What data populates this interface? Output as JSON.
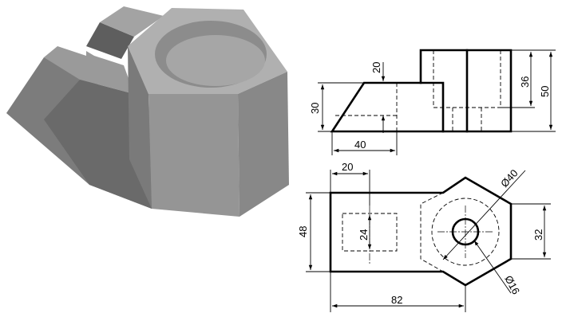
{
  "drawing": {
    "front_view": {
      "dims": {
        "height_left": "30",
        "step_height": "20",
        "slope_width": "40",
        "height_right": "50",
        "depth_right": "36"
      }
    },
    "top_view": {
      "dims": {
        "slot_offset": "20",
        "width": "48",
        "slot_width": "24",
        "length": "82",
        "hex_flat": "32",
        "outer_dia": "Ø40",
        "hole_dia": "Ø16"
      }
    }
  },
  "colors": {
    "solid_light": "#a9a9a9",
    "solid_mid": "#8e8e8e",
    "solid_dark": "#6f6f6f",
    "line": "#000000"
  }
}
